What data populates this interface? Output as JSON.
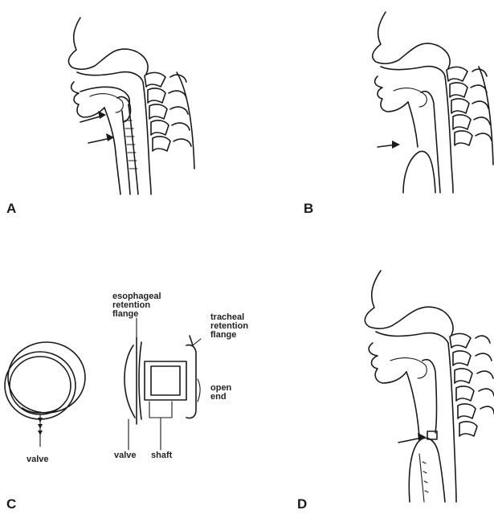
{
  "panels": {
    "a": {
      "letter": "A"
    },
    "b": {
      "letter": "B"
    },
    "c": {
      "letter": "C",
      "labels": {
        "esophageal": [
          "esophageal",
          "retention",
          "flange"
        ],
        "tracheal": [
          "tracheal",
          "retention",
          "flange"
        ],
        "open_end": [
          "open",
          "end"
        ],
        "valve_front": "valve",
        "valve_side": "valve",
        "shaft": "shaft"
      }
    },
    "d": {
      "letter": "D"
    }
  },
  "icons": {
    "arrow": "arrow-icon",
    "spine": "cervical-spine-icon",
    "head": "head-profile-icon"
  }
}
